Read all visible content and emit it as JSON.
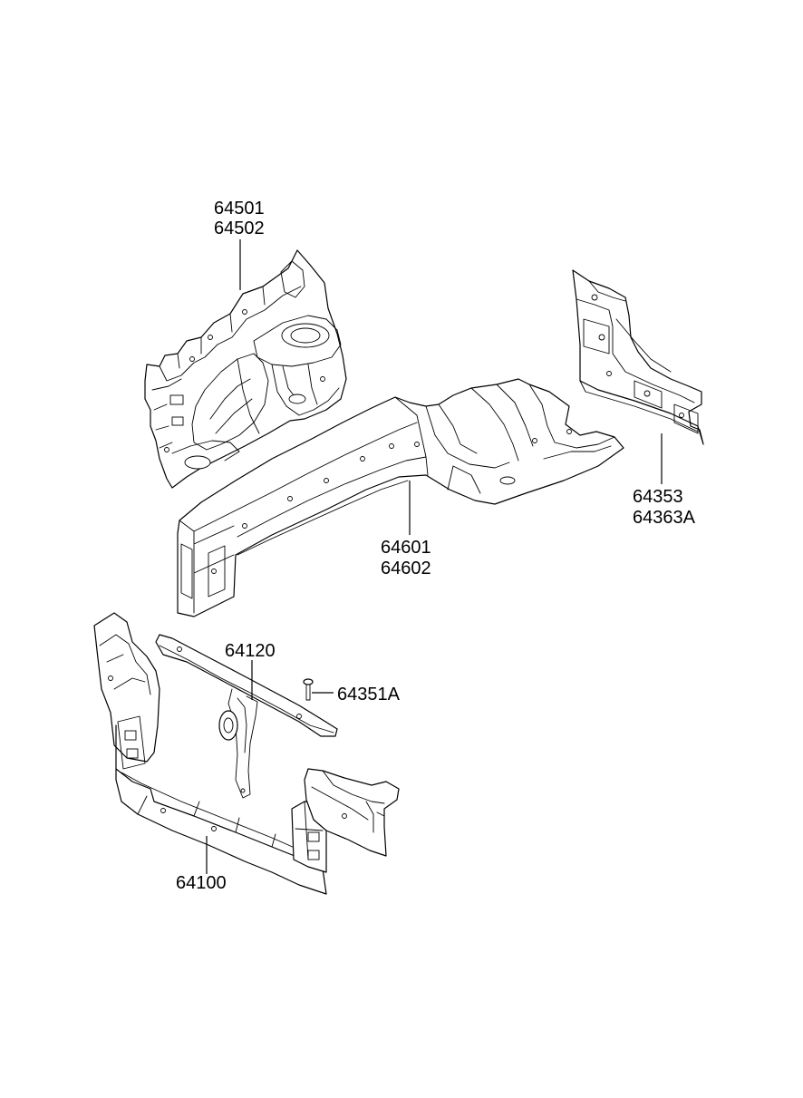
{
  "parts": [
    {
      "id": "fender-apron",
      "numbers": [
        "64501",
        "64502"
      ]
    },
    {
      "id": "front-side-member",
      "numbers": [
        "64601",
        "64602"
      ]
    },
    {
      "id": "cowl-side-panel",
      "numbers": [
        "64353",
        "64363A"
      ]
    },
    {
      "id": "radiator-support-upper",
      "numbers": [
        "64120"
      ]
    },
    {
      "id": "bolt",
      "numbers": [
        "64351A"
      ]
    },
    {
      "id": "radiator-support-assembly",
      "numbers": [
        "64100"
      ]
    }
  ]
}
